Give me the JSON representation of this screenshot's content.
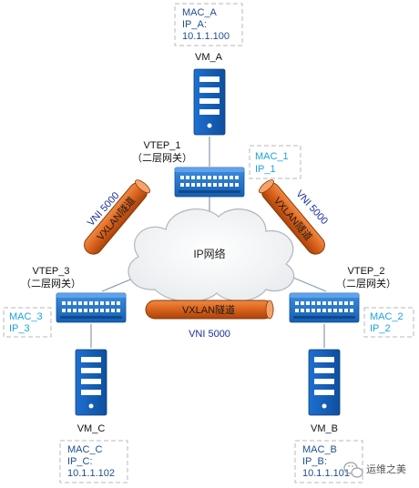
{
  "cloud_label": "IP网络",
  "tunnels": {
    "left": {
      "text": "VXLAN隧道",
      "vni": "VNI 5000"
    },
    "right": {
      "text": "VXLAN隧道",
      "vni": "VNI 5000"
    },
    "bottom": {
      "text": "VXLAN隧道",
      "vni": "VNI 5000"
    }
  },
  "vms": {
    "a": {
      "name": "VM_A",
      "mac": "MAC_A",
      "ip_label": "IP_A:",
      "ip": "10.1.1.100"
    },
    "b": {
      "name": "VM_B",
      "mac": "MAC_B",
      "ip_label": "IP_B:",
      "ip": "10.1.1.101"
    },
    "c": {
      "name": "VM_C",
      "mac": "MAC_C",
      "ip_label": "IP_C:",
      "ip": "10.1.1.102"
    }
  },
  "vteps": {
    "v1": {
      "name": "VTEP_1",
      "role": "（二层网关）",
      "mac": "MAC_1",
      "ip": "IP_1"
    },
    "v2": {
      "name": "VTEP_2",
      "role": "（二层网关）",
      "mac": "MAC_2",
      "ip": "IP_2"
    },
    "v3": {
      "name": "VTEP_3",
      "role": "（二层网关）",
      "mac": "MAC_3",
      "ip": "IP_3"
    }
  },
  "watermark": {
    "text": "运维之美",
    "icon": "wechat-icon"
  },
  "colors": {
    "server": "#1565c0",
    "switch": "#1e73c8",
    "tunnel": "#d9621b",
    "link": "#8a9aaa",
    "vteplabel": "#1aa3dc",
    "vmlabel": "#1f4e8c",
    "vni": "#1a2e9c",
    "box_border": "#b8b8b8"
  }
}
